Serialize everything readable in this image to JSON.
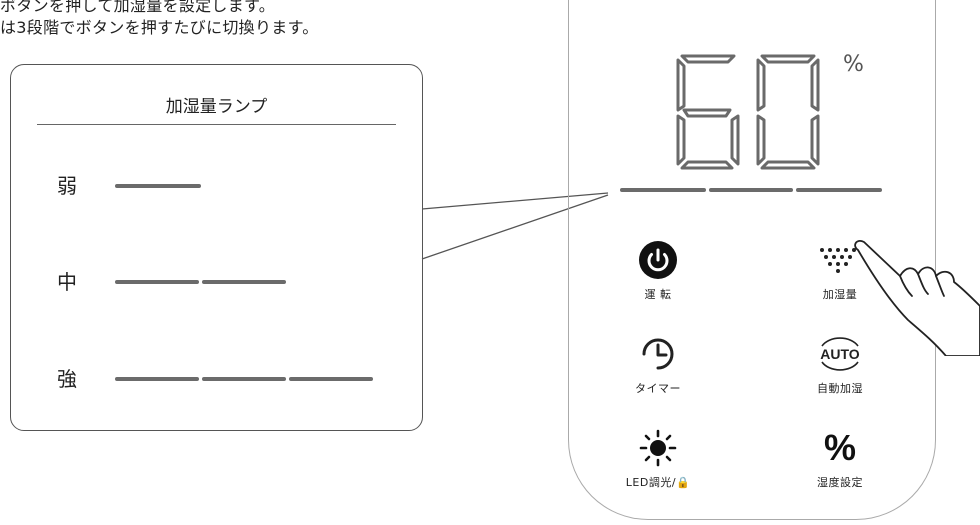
{
  "intro": {
    "line1": "ボタンを押して加湿量を設定します。",
    "line2": "は3段階でボタンを押すたびに切換ります。"
  },
  "callout": {
    "title": "加湿量ランプ",
    "levels": [
      {
        "label": "弱",
        "bars": 1
      },
      {
        "label": "中",
        "bars": 2
      },
      {
        "label": "強",
        "bars": 3
      }
    ]
  },
  "display": {
    "humidity_value": "60",
    "unit": "%"
  },
  "controls": {
    "power": {
      "label": "運 転",
      "icon": "power-icon"
    },
    "humidity_amount": {
      "label": "加湿量",
      "icon": "mist-dots-icon"
    },
    "timer": {
      "label": "タイマー",
      "icon": "timer-clock-icon"
    },
    "auto": {
      "label": "自動加湿",
      "icon": "auto-icon",
      "icon_text": "AUTO"
    },
    "led": {
      "label": "LED調光/🔒",
      "icon": "sun-brightness-icon"
    },
    "humidity_setting": {
      "label": "湿度設定",
      "icon": "percent-icon",
      "icon_text": "%"
    }
  },
  "colors": {
    "bar": "#6b6b6b",
    "power_button": "#111111"
  }
}
